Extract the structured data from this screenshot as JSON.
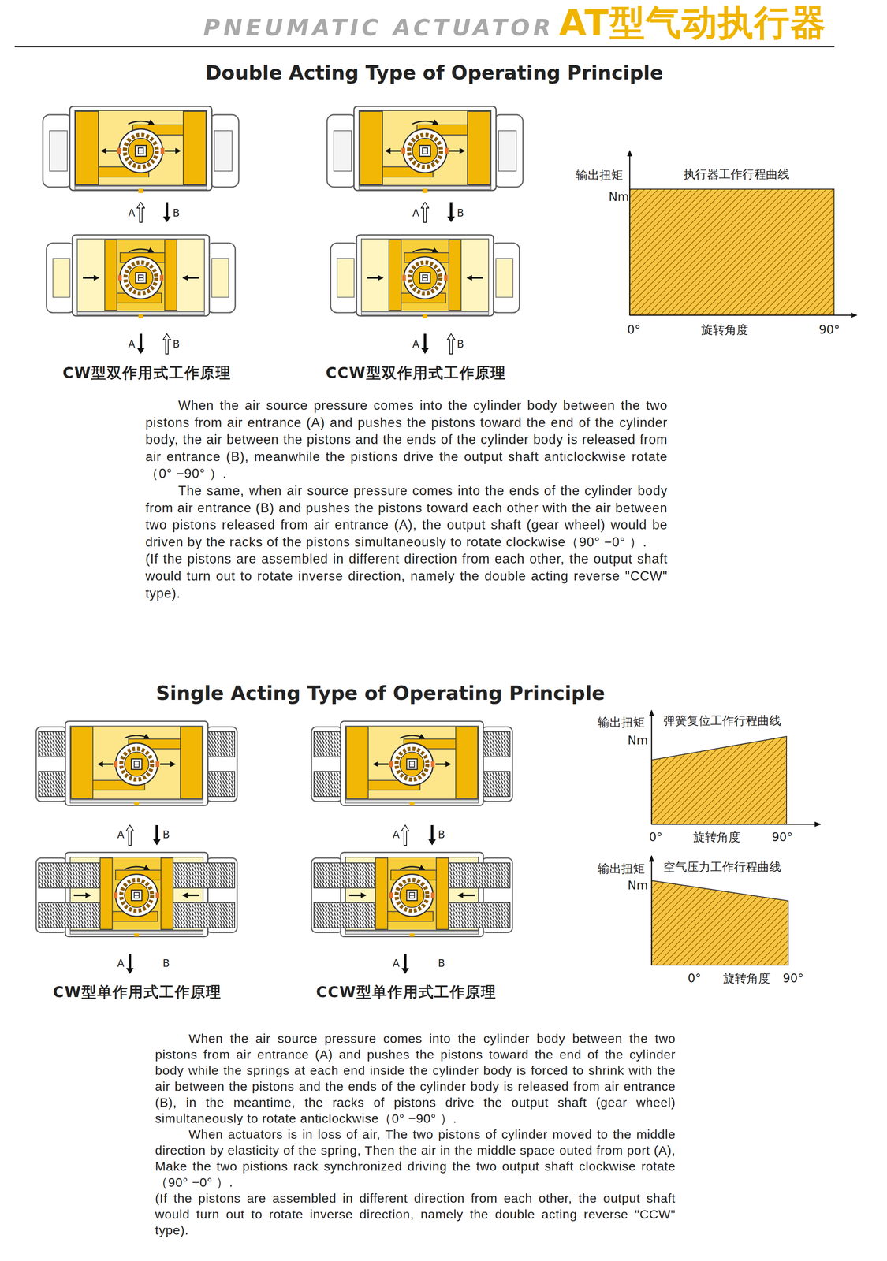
{
  "diagram": {
    "title": "PNEUMATIC ACTUATOR",
    "labels": [
      "AT型气动执行器",
      "Double Acting Type of Operating Principle",
      "A",
      "B",
      "A",
      "B",
      "输出扭矩",
      "Nm",
      "执行器工作行程曲线",
      "0°",
      "旋转角度",
      "90°",
      "A",
      "B",
      "A",
      "B",
      "CW型双作用式工作原理",
      "CCW型双作用式工作原理",
      "When the air source pressure comes into the cylinder body between the two pistons from air entrance (A) and pushes the pistons toward the end of the cylinder body, the air between the pistons and the ends of the cylinder body is released from air entrance (B), meanwhile the pistions drive the output shaft anticlockwise rotate（0° −90° ）.",
      "The same, when air source pressure comes into the ends of the cylinder body from air entrance (B) and pushes the pistons toward each other with the air between two pistons released from air entrance (A), the output shaft (gear wheel) would be driven by the racks of the pistons simultaneously to rotate clockwise（90° −0° ）.",
      "(If the pistons are assembled in different direction from each other, the output shaft would turn out to rotate inverse direction, namely the double acting reverse \"CCW\" type).",
      "Single Acting Type of Operating Principle",
      "A",
      "B",
      "A",
      "B",
      "输出扭矩",
      "Nm",
      "弹簧复位工作行程曲线",
      "0°",
      "旋转角度",
      "90°",
      "输出扭矩",
      "Nm",
      "空气压力工作行程曲线",
      "0°",
      "旋转角度",
      "90°",
      "A",
      "B",
      "A",
      "B",
      "CW型单作用式工作原理",
      "CCW型单作用式工作原理",
      "When the air source pressure comes into the cylinder body between the two pistons from air entrance (A) and pushes the pistons toward the end of the cylinder body while the springs at each end inside the cylinder body is forced to shrink with the air between the pistons and the ends of the cylinder body is released from air entrance (B), in the meantime, the racks of pistons drive the output shaft (gear wheel) simultaneously to rotate anticlockwise（0° −90° ）.",
      "When actuators is in loss of air, The two pistons of cylinder moved to the middle direction by elasticity of the spring, Then the air in the middle space outed from port (A), Make the two pistions rack synchronized driving the two output shaft clockwise rotate（90° −0° ）.",
      "(If the pistons are assembled in different direction from each other, the output shaft would turn out to rotate inverse direction, namely the double acting reverse \"CCW\" type)."
    ]
  }
}
